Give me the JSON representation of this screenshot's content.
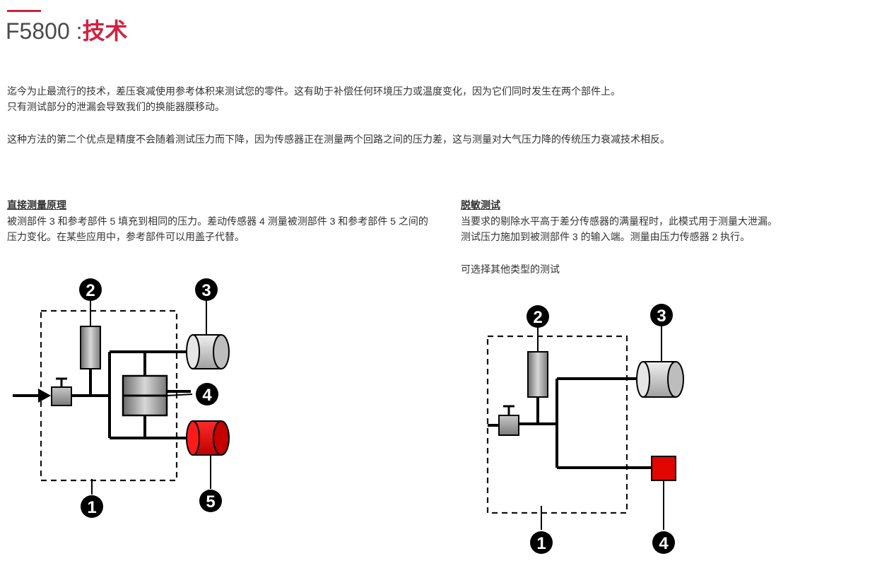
{
  "header": {
    "model": "F5800",
    "separator": " :",
    "title_accent": "技术",
    "accent_color": "#d0223f"
  },
  "intro": {
    "line1": "迄今为止最流行的技术，差压衰减使用参考体积来测试您的零件。这有助于补偿任何环境压力或温度变化，因为它们同时发生在两个部件上。",
    "line2": "只有测试部分的泄漏会导致我们的换能器膜移动。",
    "line3": "这种方法的第二个优点是精度不会随着测试压力而下降，因为传感器正在测量两个回路之间的压力差，这与测量对大气压力降的传统压力衰减技术相反。"
  },
  "direct": {
    "heading": "直接测量原理",
    "text": "被测部件 3 和参考部件 5 填充到相同的压力。差动传感器 4 测量被测部件 3 和参考部件 5 之间的压力变化。在某些应用中，参考部件可以用盖子代替。",
    "markers": [
      "2",
      "3",
      "4",
      "1",
      "5"
    ]
  },
  "desensitized": {
    "heading": "脱敏测试",
    "text1": "当要求的剔除水平高于差分传感器的满量程时，此模式用于测量大泄漏。",
    "text2": "测试压力施加到被测部件 3 的输入端。测量由压力传感器 2 执行。",
    "text3": "可选择其他类型的测试",
    "markers": [
      "2",
      "3",
      "1",
      "4"
    ]
  },
  "colors": {
    "reference_part": "#e10600",
    "test_part": "#d9d9d9",
    "component": "#a8a8a8"
  }
}
